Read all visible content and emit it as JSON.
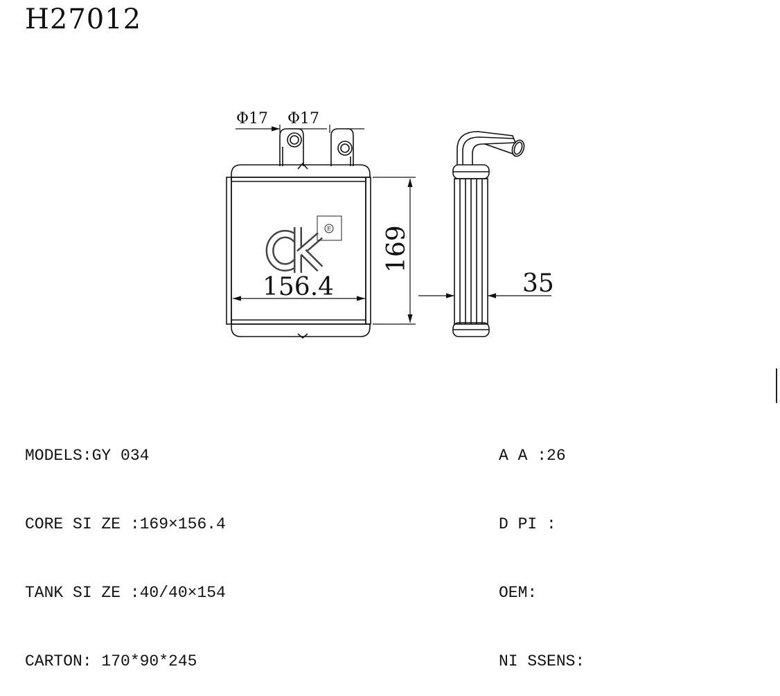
{
  "title": "H27012",
  "drawing": {
    "pipe_dia_left": "Φ17",
    "pipe_dia_right": "Φ17",
    "width_dim": "156.4",
    "height_dim": "169",
    "thickness_dim": "35",
    "logo_text": "CK",
    "logo_mark": "E"
  },
  "specs_left": [
    "MODELS:GY 034",
    "CORE SI ZE :169×156.4",
    "TANK SI ZE :40/40×154",
    "CARTON: 170*90*245"
  ],
  "specs_right": [
    "A A :26",
    "D PI :",
    "OEM:",
    "NI SSENS:"
  ]
}
